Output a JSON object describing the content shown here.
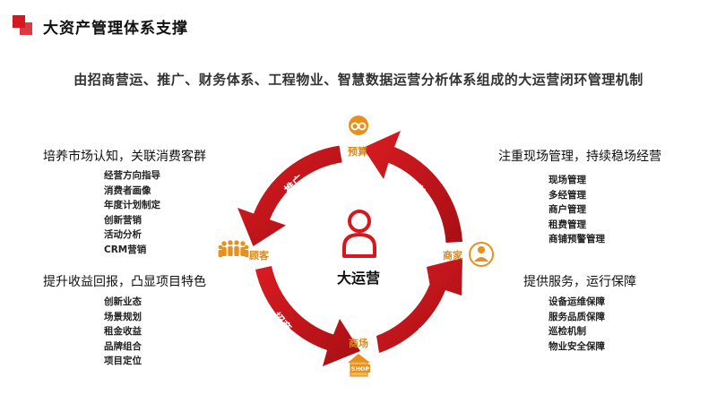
{
  "header": {
    "title": "大资产管理体系支撑",
    "subtitle": "由招商营运、推广、财务体系、工程物业、智慧数据运营分析体系组成的大运营闭环管理机制"
  },
  "center": {
    "label": "大运营"
  },
  "nodes": {
    "top": {
      "label": "预算",
      "icon": "coins-icon"
    },
    "left": {
      "label": "顾客",
      "icon": "people-icon"
    },
    "right": {
      "label": "商家",
      "icon": "person-icon"
    },
    "bottom": {
      "label": "商场",
      "icon": "shop-icon",
      "sign": "SHOP"
    }
  },
  "arrows": {
    "top_left": "推广",
    "top_right": "营运",
    "bottom_left": "招商",
    "bottom_right": "物业"
  },
  "panels": {
    "top_left": {
      "heading": "培养市场认知，关联消费客群",
      "items": [
        "经营方向指导",
        "消费者画像",
        "年度计划制定",
        "创新营销",
        "活动分析",
        "CRM营销"
      ]
    },
    "bottom_left": {
      "heading": "提升收益回报，凸显项目特色",
      "items": [
        "创新业态",
        "场景规划",
        "租金收益",
        "品牌组合",
        "项目定位"
      ]
    },
    "top_right": {
      "heading": "注重现场管理，持续稳场经营",
      "items": [
        "现场管理",
        "多经管理",
        "商户管理",
        "租费管理",
        "商铺预警管理"
      ]
    },
    "bottom_right": {
      "heading": "提供服务，运行保障",
      "items": [
        "设备运维保障",
        "服务品质保障",
        "巡检机制",
        "物业安全保障"
      ]
    }
  },
  "colors": {
    "accent": "#d6181e",
    "arrow": "#c8161d",
    "arrow_dark": "#8f0c10",
    "node": "#e8901c"
  }
}
